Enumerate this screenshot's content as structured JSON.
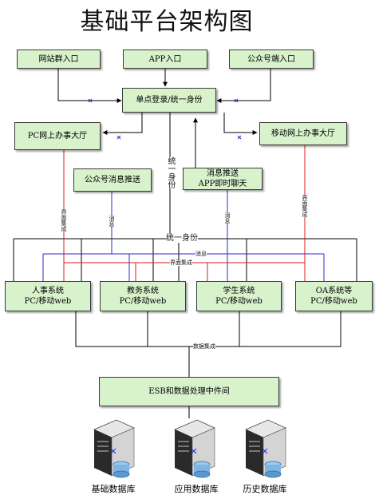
{
  "title": "基础平台架构图",
  "entries": {
    "portal": "网站群入口",
    "app": "APP入口",
    "wechat": "公众号端入口"
  },
  "sso": "单点登录/统一身份",
  "halls": {
    "pc": "PC网上办事大厅",
    "mobile": "移动网上办事大厅"
  },
  "push": {
    "wechat_push": "公众号消息推送",
    "msg_line1": "消息推送",
    "msg_line2": "APP即时聊天"
  },
  "systems": [
    {
      "name": "人事系统",
      "sub": "PC/移动web"
    },
    {
      "name": "教务系统",
      "sub": "PC/移动web"
    },
    {
      "name": "学生系统",
      "sub": "PC/移动web"
    },
    {
      "name": "OA系统等",
      "sub": "PC/移动web"
    }
  ],
  "labels": {
    "unified_identity": "统一身份",
    "message": "消息",
    "ui_integration": "界面集成",
    "data_integration": "数据集成"
  },
  "esb": "ESB和数据处理中件间",
  "databases": [
    "基础数据库",
    "应用数据库",
    "历史数据库"
  ],
  "colors": {
    "box_fill": "#d8f2cc",
    "identity_line": "#000000",
    "message_line": "#2b2bd0",
    "ui_line": "#e01818"
  }
}
